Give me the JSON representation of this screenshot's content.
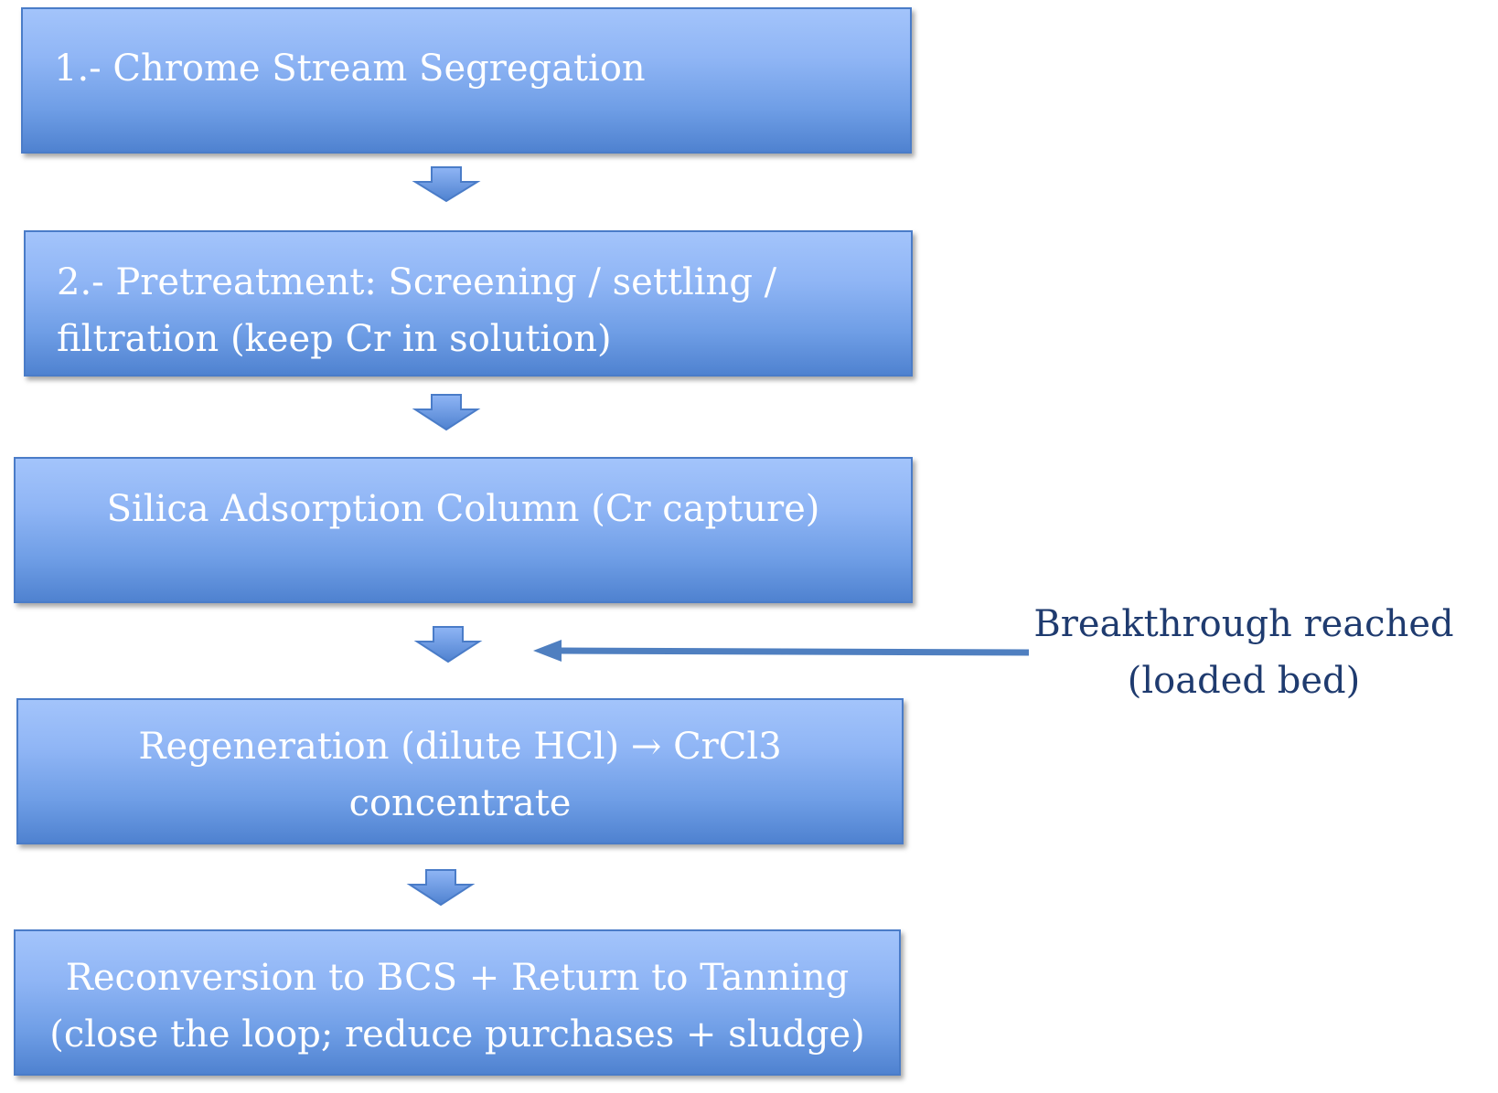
{
  "diagram": {
    "steps": [
      {
        "id": "step1",
        "label": "1.- Chrome Stream Segregation"
      },
      {
        "id": "step2",
        "label": "2.- Pretreatment: Screening / settling /\nfiltration (keep Cr in solution)"
      },
      {
        "id": "step3",
        "label": "Silica Adsorption Column (Cr capture)"
      },
      {
        "id": "step4",
        "label": "Regeneration (dilute HCl) → CrCl3\nconcentrate"
      },
      {
        "id": "step5",
        "label": "Reconversion to BCS + Return to Tanning\n(close the loop; reduce purchases + sludge)"
      }
    ],
    "side_note": {
      "label": "Breakthrough reached\n(loaded bed)"
    },
    "colors": {
      "box_top": "#a3c4fb",
      "box_bottom": "#4f82d0",
      "box_border": "#4a7cc8",
      "box_text": "#ffffff",
      "arrow_fill": "#5b8fd8",
      "side_note_text": "#1f3b6f",
      "side_arrow": "#4f7fc0"
    }
  }
}
